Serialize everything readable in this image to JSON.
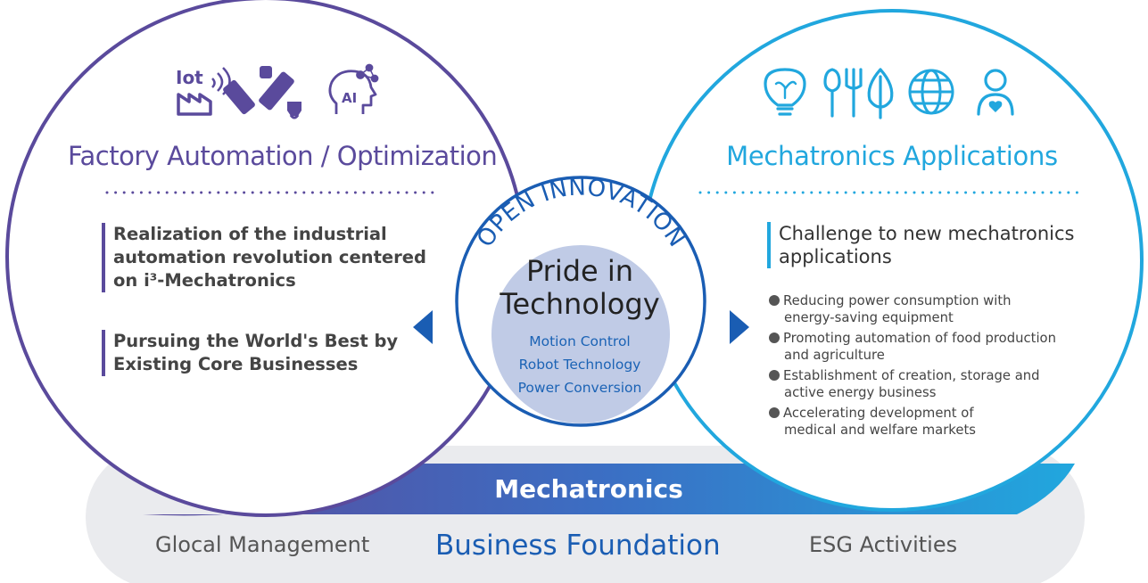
{
  "left_panel": {
    "title": "Factory Automation / Optimization",
    "icons": [
      "iot-factory-icon",
      "robot-arm-icon",
      "ai-head-icon"
    ],
    "points": [
      {
        "lines": [
          "Realization of the industrial",
          "automation revolution centered",
          "on i³-Mechatronics"
        ]
      },
      {
        "lines": [
          "Pursuing the World's Best by",
          "Existing Core Businesses"
        ]
      }
    ]
  },
  "right_panel": {
    "title": "Mechatronics Applications",
    "icons": [
      "eco-lightbulb-icon",
      "food-utensils-icon",
      "leaf-icon",
      "globe-icon",
      "person-heart-icon"
    ],
    "headline": {
      "lines": [
        "Challenge to new mechatronics",
        "applications"
      ]
    },
    "bullets": [
      {
        "lines": [
          "Reducing power consumption with",
          "energy-saving equipment"
        ]
      },
      {
        "lines": [
          "Promoting automation of food production",
          "and agriculture"
        ]
      },
      {
        "lines": [
          "Establishment of creation, storage and",
          "active energy business"
        ]
      },
      {
        "lines": [
          "Accelerating development of",
          "medical and welfare markets"
        ]
      }
    ]
  },
  "center": {
    "arc_text": "OPEN INNOVATION",
    "title_lines": [
      "Pride in",
      "Technology"
    ],
    "technologies": [
      "Motion Control",
      "Robot Technology",
      "Power Conversion"
    ]
  },
  "bridge_label": "Mechatronics",
  "foundation": {
    "left": "Glocal Management",
    "main": "Business Foundation",
    "right": "ESG Activities"
  },
  "colors": {
    "purple": "#5a4a9c",
    "cyan": "#21a7de",
    "navy_arrow": "#1a5db3",
    "center_fill": "#c0cbe6",
    "foundation_fill": "#eaebee"
  }
}
